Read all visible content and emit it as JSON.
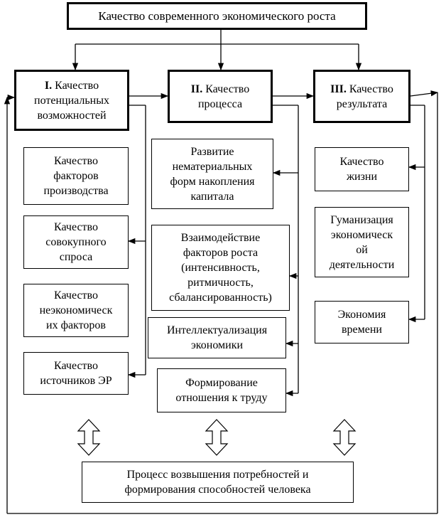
{
  "title": "Качество современного экономического роста",
  "categories": [
    {
      "num": "I.",
      "text": "Качество\nпотенциальных\nвозможностей"
    },
    {
      "num": "II.",
      "text": "Качество\nпроцесса"
    },
    {
      "num": "III.",
      "text": "Качество\nрезультата"
    }
  ],
  "column1": [
    "Качество\nфакторов\nпроизводства",
    "Качество\nсовокупного\nспроса",
    "Качество\nнеэкономическ\nих факторов",
    "Качество\nисточников ЭР"
  ],
  "column2": [
    "Развитие\nнематериальных\nформ накопления\nкапитала",
    "Взаимодействие\nфакторов роста\n(интенсивность,\nритмичность,\nсбалансированность)",
    "Интеллектуализация\nэкономики",
    "Формирование\nотношения к труду"
  ],
  "column3": [
    "Качество\nжизни",
    "Гуманизация\nэкономическ\nой\nдеятельности",
    "Экономия\nвремени"
  ],
  "bottom": "Процесс возвышения потребностей и\nформирования способностей человека"
}
